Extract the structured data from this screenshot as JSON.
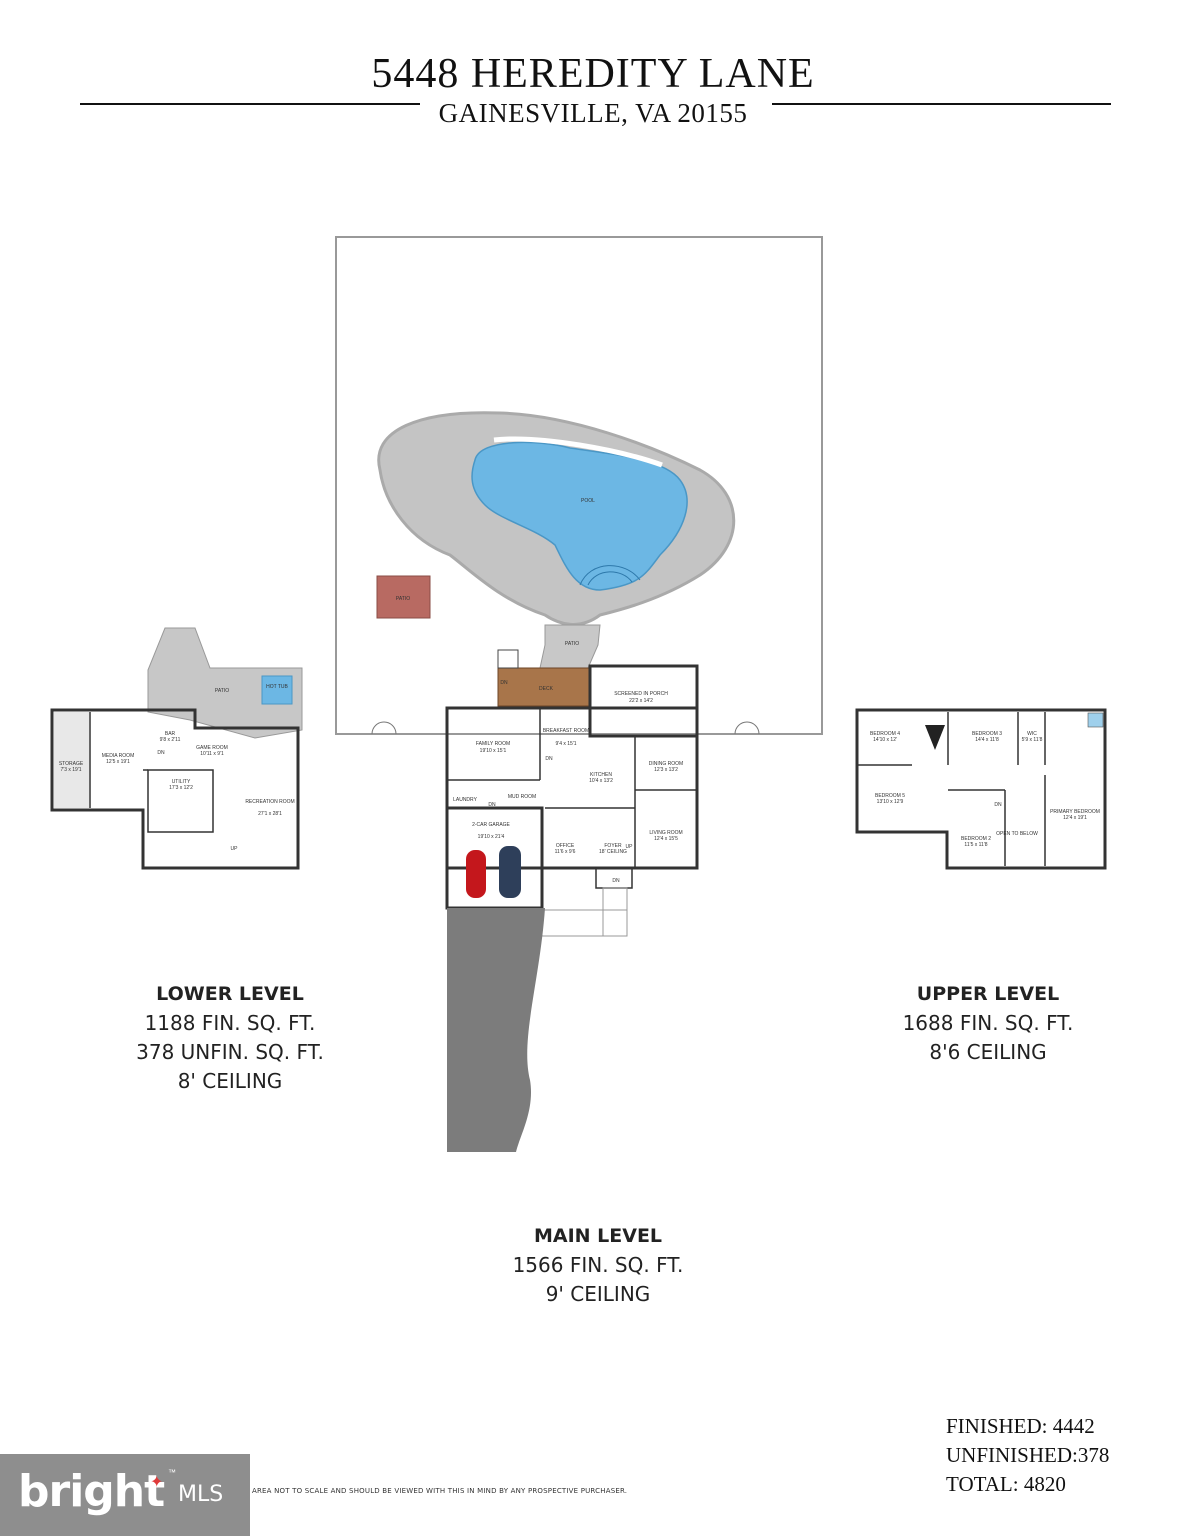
{
  "header": {
    "title": "5448 HEREDITY LANE",
    "subtitle": "GAINESVILLE, VA 20155"
  },
  "rooms": {
    "pool": "POOL",
    "patio_yard": "PATIO",
    "patio_deck": "PATIO",
    "deck": "DECK",
    "screened_porch": "SCREENED IN PORCH",
    "screened_porch_dim": "22'2 x 14'2",
    "family_room": "FAMILY ROOM",
    "family_room_dim": "19'10 x 15'1",
    "breakfast_room": "BREAKFAST ROOM",
    "breakfast_room_dim": "9'4 x 15'1",
    "kitchen": "KITCHEN",
    "kitchen_dim": "10'4 x 13'2",
    "dining_room": "DINING ROOM",
    "dining_room_dim": "12'3 x 13'2",
    "living_room": "LIVING ROOM",
    "living_room_dim": "12'4 x 15'5",
    "garage": "2-CAR GARAGE",
    "garage_dim": "19'10 x 21'4",
    "laundry": "LAUNDRY",
    "mud_room": "MUD ROOM",
    "office": "OFFICE",
    "office_dim": "11'6 x 9'6",
    "foyer": "FOYER",
    "foyer_ceiling": "18' CEILING",
    "lower_patio": "PATIO",
    "hot_tub": "HOT TUB",
    "storage": "STORAGE",
    "storage_dim": "7'3 x 19'1",
    "media_room": "MEDIA ROOM",
    "media_room_dim": "12'5 x 19'1",
    "bar": "BAR",
    "bar_dim": "9'8 x 2'11",
    "game_room": "GAME ROOM",
    "game_room_dim": "10'11 x 9'1",
    "utility": "UTILITY",
    "utility_dim": "17'3 x 12'2",
    "recreation_room": "RECREATION ROOM",
    "recreation_room_dim": "27'1 x 28'1",
    "bedroom4": "BEDROOM 4",
    "bedroom4_dim": "14'10 x 12'",
    "bedroom3": "BEDROOM 3",
    "bedroom3_dim": "14'4 x 11'8",
    "wic": "WIC",
    "wic_dim": "5'9 x 11'8",
    "bedroom5": "BEDROOM 5",
    "bedroom5_dim": "13'10 x 12'9",
    "bedroom2": "BEDROOM 2",
    "bedroom2_dim": "11'5 x 11'8",
    "open_to_below": "OPEN TO BELOW",
    "primary_bedroom": "PRIMARY BEDROOM",
    "primary_bedroom_dim": "12'4 x 19'1",
    "dn": "DN",
    "up": "UP"
  },
  "levels": {
    "lower": {
      "name": "LOWER LEVEL",
      "finished": "1188 FIN. SQ. FT.",
      "unfinished": "378 UNFIN. SQ. FT.",
      "ceiling": "8' CEILING"
    },
    "main": {
      "name": "MAIN LEVEL",
      "finished": "1566 FIN. SQ. FT.",
      "ceiling": "9' CEILING"
    },
    "upper": {
      "name": "UPPER LEVEL",
      "finished": "1688 FIN. SQ. FT.",
      "ceiling": "8'6 CEILING"
    }
  },
  "totals": {
    "finished": "FINISHED: 4442",
    "unfinished": "UNFINISHED:378",
    "total": "TOTAL: 4820"
  },
  "footer": {
    "logo_text": "bright",
    "logo_suffix": "MLS",
    "disclaimer": "AREA NOT TO SCALE AND SHOULD BE VIEWED WITH THIS IN MIND BY ANY PROSPECTIVE PURCHASER."
  },
  "colors": {
    "pool_water": "#6cb7e4",
    "pool_deck": "#c4c4c4",
    "patio_red": "#b86a62",
    "deck_wood": "#a8754a",
    "driveway": "#7c7c7c",
    "car_red": "#c4171c",
    "car_blue": "#2e3f5a"
  }
}
